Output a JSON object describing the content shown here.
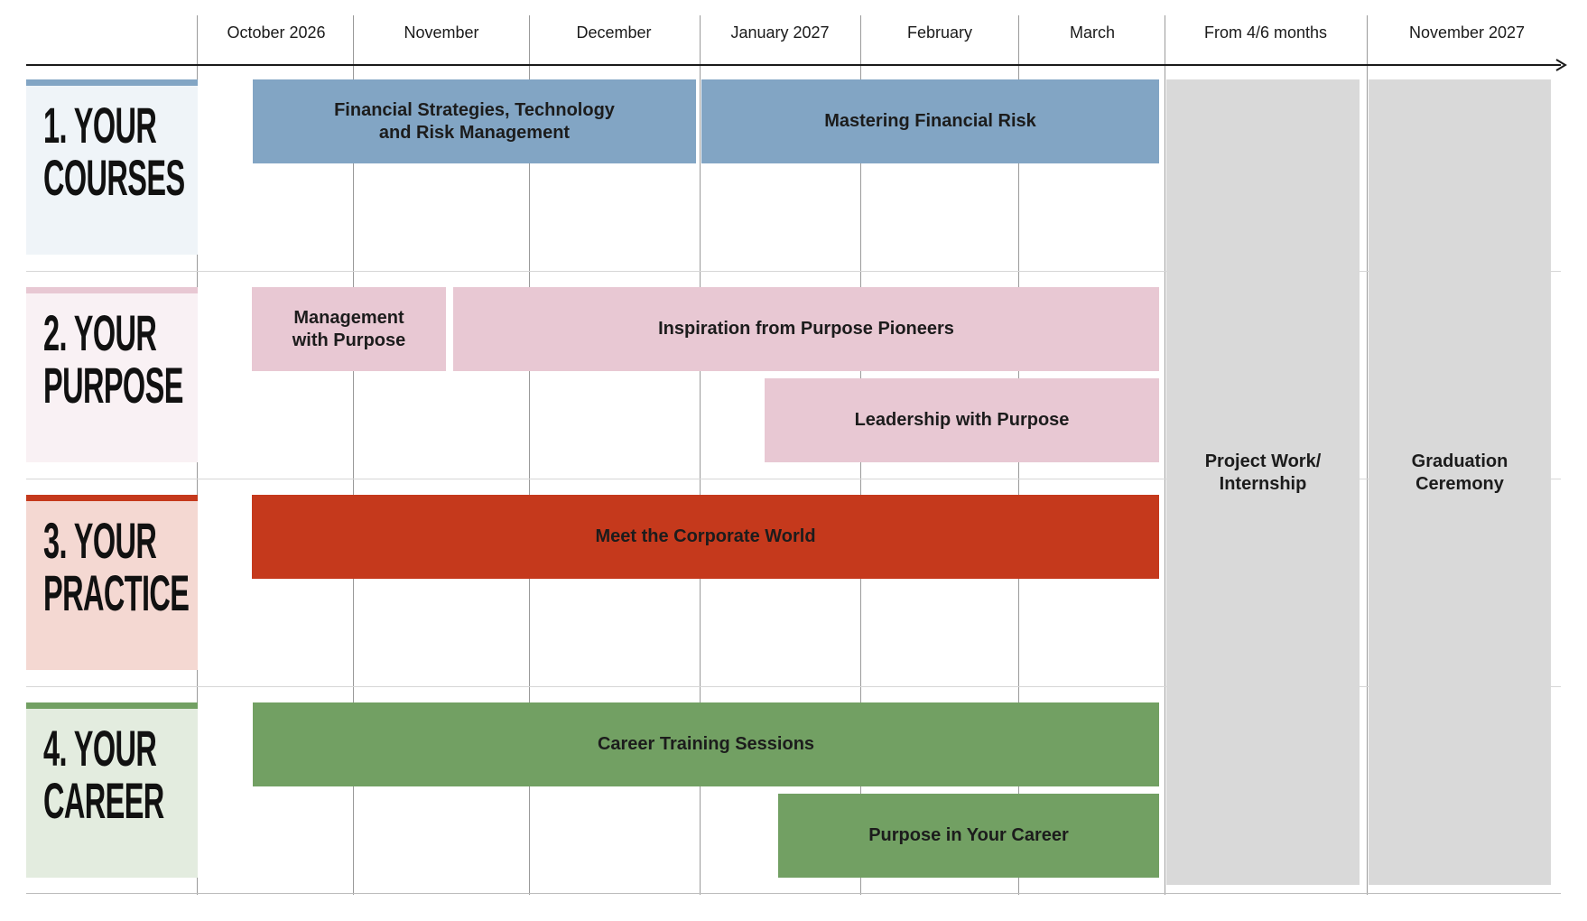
{
  "timeline": {
    "months": [
      "October 2026",
      "November",
      "December",
      "January 2027",
      "February",
      "March",
      "From 4/6 months",
      "November 2027"
    ]
  },
  "sections": [
    {
      "title": "1. YOUR\nCOURSES",
      "accent": "#82a5c4",
      "fill": "#eff4f8"
    },
    {
      "title": "2. YOUR\nPURPOSE",
      "accent": "#e8c8d3",
      "fill": "#f9f1f4"
    },
    {
      "title": "3. YOUR\nPRACTICE",
      "accent": "#c5391c",
      "fill": "#f4d8d2"
    },
    {
      "title": "4. YOUR\nCAREER",
      "accent": "#72a063",
      "fill": "#e3ecdf"
    }
  ],
  "items": {
    "financial_strategies": {
      "label": "Financial Strategies, Technology\nand Risk Management",
      "color": "#82a5c4"
    },
    "mastering_financial_risk": {
      "label": "Mastering Financial Risk",
      "color": "#82a5c4"
    },
    "management_with_purpose": {
      "label": "Management\nwith Purpose",
      "color": "#e8c8d3"
    },
    "inspiration_purpose_pioneers": {
      "label": "Inspiration from Purpose Pioneers",
      "color": "#e8c8d3"
    },
    "leadership_with_purpose": {
      "label": "Leadership with Purpose",
      "color": "#e8c8d3"
    },
    "meet_corporate_world": {
      "label": "Meet the Corporate World",
      "color": "#c5391c"
    },
    "career_training_sessions": {
      "label": "Career Training Sessions",
      "color": "#72a063"
    },
    "purpose_in_your_career": {
      "label": "Purpose in Your Career",
      "color": "#72a063"
    }
  },
  "phases": {
    "project_work": {
      "label": "Project Work/\nInternship",
      "color": "#d9d9d9"
    },
    "graduation": {
      "label": "Graduation\nCeremony",
      "color": "#d9d9d9"
    }
  }
}
